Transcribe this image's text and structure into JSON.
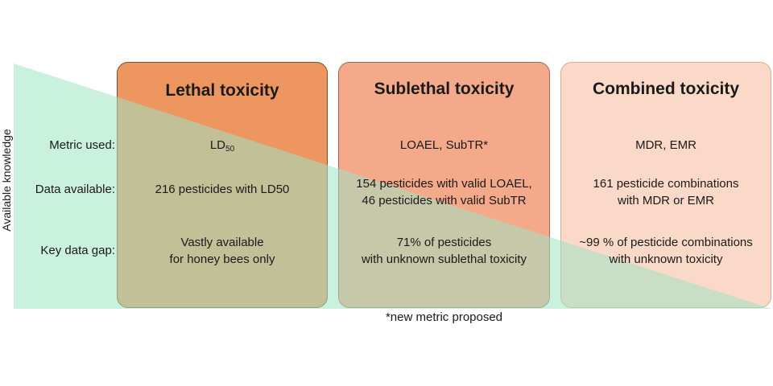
{
  "axis_label": "Available knowledge",
  "rows": {
    "metric": "Metric used:",
    "data": "Data available:",
    "gap": "Key data gap:"
  },
  "columns": {
    "lethal": {
      "title": "Lethal toxicity",
      "metric_base": "LD",
      "metric_sub": "50",
      "data_line1": "216 pesticides with LD50",
      "data_line2": "",
      "gap_line1": "Vastly available",
      "gap_line2": "for honey bees only"
    },
    "sublethal": {
      "title": "Sublethal toxicity",
      "metric": "LOAEL, SubTR*",
      "data_line1": "154 pesticides with valid LOAEL,",
      "data_line2": "46 pesticides with valid SubTR",
      "gap_line1": "71% of pesticides",
      "gap_line2": "with unknown sublethal toxicity"
    },
    "combined": {
      "title": "Combined toxicity",
      "metric": "MDR, EMR",
      "data_line1": "161 pesticide combinations",
      "data_line2": "with MDR or EMR",
      "gap_line1": "~99 % of pesticide combinations",
      "gap_line2": "with unknown toxicity"
    }
  },
  "footnote": "*new metric proposed",
  "colors": {
    "lethal_fill": "#ee9660",
    "sublethal_fill": "#f3a98a",
    "combined_fill": "#fbd9c8",
    "knowledge_wedge": "#9fe3c2"
  }
}
